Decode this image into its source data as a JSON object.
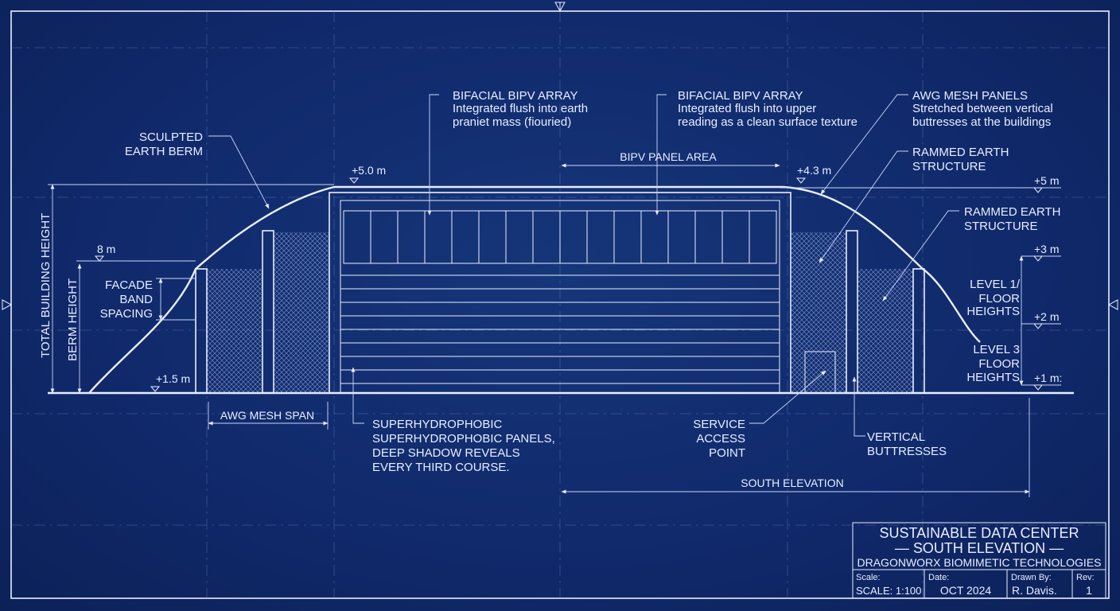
{
  "callouts": {
    "bipv_left": {
      "title": "BIFACIAL BIPV ARRAY",
      "line1": "Integrated flush into earth",
      "line2": "praniet mass (fiouried)"
    },
    "bipv_right": {
      "title": "BIFACIAL BIPV ARRAY",
      "line1": "Integrated flush into upper",
      "line2": "reading as a clean surface texture"
    },
    "awg_mesh": {
      "title": "AWG MESH PANELS",
      "line1": "Stretched between vertical",
      "line2": "buttresses at the buildings"
    },
    "rammed_1": {
      "line1": "RAMMED EARTH",
      "line2": "STRUCTURE"
    },
    "rammed_2": {
      "line1": "RAMMED EARTH",
      "line2": "STRUCTURE"
    },
    "berm": {
      "line1": "SCULPTED",
      "line2": "EARTH BERM"
    },
    "superhydro": {
      "line1": "SUPERHYDROPHOBIC",
      "line2": "SUPERHYDROPHOBIC PANELS,",
      "line3": "DEEP SHADOW REVEALS",
      "line4": "EVERY THIRD COURSE."
    },
    "service": {
      "line1": "SERVICE",
      "line2": "ACCESS",
      "line3": "POINT"
    },
    "buttresses": {
      "line1": "VERTICAL",
      "line2": "BUTTRESSES"
    },
    "facade": {
      "line1": "FACADE",
      "line2": "BAND",
      "line3": "SPACING"
    },
    "level1": {
      "line1": "LEVEL 1/",
      "line2": "FLOOR",
      "line3": "HEIGHTS"
    },
    "level3": {
      "line1": "LEVEL 3",
      "line2": "FLOOR",
      "line3": "HEIGHTS"
    }
  },
  "dimensions": {
    "bipv_panel_area": "BIPV PANEL AREA",
    "awg_mesh_span": "AWG MESH SPAN",
    "south_elevation": "SOUTH ELEVATION",
    "total_building_height": "TOTAL BUILDING HEIGHT",
    "berm_height": "BERM HEIGHT"
  },
  "levels": {
    "l_5_0": "+5.0 m",
    "l_4_3": "+4.3 m",
    "r_5": "+5 m",
    "r_3": "+3 m",
    "r_2": "+2 m",
    "r_1": "+1 m:",
    "l_8": "8 m",
    "l_1_5": "+1.5 m"
  },
  "title_block": {
    "title1": "SUSTAINABLE DATA CENTER",
    "title2": "— SOUTH ELEVATION —",
    "company": "DRAGONWORX BIOMIMETIC TECHNOLOGIES",
    "scale_label": "Scale:",
    "scale_value": "SCALE: 1:100",
    "date_label": "Date:",
    "date_value": "OCT 2024",
    "drawn_label": "Drawn By:",
    "drawn_value": "R. Davis.",
    "rev_label": "Rev:",
    "rev_value": "1"
  },
  "colors": {
    "background": "#10296a",
    "line": "#e8eeff",
    "grid": "#6f88c8"
  }
}
